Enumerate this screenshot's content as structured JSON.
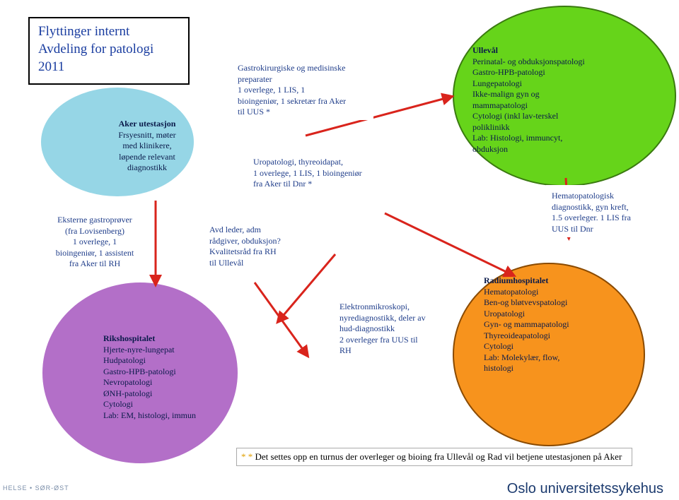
{
  "title": {
    "line1": "Flyttinger internt",
    "line2": "Avdeling for patologi",
    "line3": "2011"
  },
  "aker_utestasjon": {
    "heading": "Aker utestasjon",
    "lines": [
      "Frsyesnitt, møter",
      "med klinikere,",
      "løpende relevant",
      "diagnostikk"
    ]
  },
  "eksterne": {
    "lines": [
      "Eksterne gastroprøver",
      "(fra Lovisenberg)",
      "1 overlege, 1",
      "bioingeniør, 1 assistent",
      "fra Aker til RH"
    ]
  },
  "gastro": {
    "lines": [
      "Gastrokirurgiske og medisinske",
      "preparater",
      "1 overlege, 1 LIS, 1",
      "bioingeniør, 1 sekretær fra Aker",
      "til UUS *"
    ]
  },
  "uro": {
    "lines": [
      "Uropatologi, thyreoidapat,",
      "1 overlege, 1 LIS, 1 bioingeniør",
      "fra Aker til Dnr *"
    ]
  },
  "avd": {
    "lines": [
      "Avd leder, adm",
      "rådgiver, obduksjon?",
      "Kvalitetsråd fra RH",
      "til Ullevål"
    ]
  },
  "ulleval": {
    "heading": "Ullevål",
    "lines": [
      "Perinatal- og obduksjonspatologi",
      "Gastro-HPB-patologi",
      "Lungepatologi",
      "Ikke-malign gyn og",
      "mammapatologi",
      "Cytologi (inkl lav-terskel",
      "poliklinikk",
      "Lab: Histologi, immuncyt,",
      "obduksjon"
    ]
  },
  "hemato": {
    "lines": [
      "Hematopatologisk",
      "diagnostikk, gyn kreft,",
      "1.5 overleger. 1 LIS fra",
      "UUS til Dnr"
    ]
  },
  "rikshospitalet": {
    "heading": "Rikshospitalet",
    "lines": [
      "Hjerte-nyre-lungepat",
      "Hudpatologi",
      "Gastro-HPB-patologi",
      "Nevropatologi",
      "ØNH-patologi",
      "Cytologi",
      "Lab: EM, histologi, immun"
    ]
  },
  "elektro": {
    "lines": [
      "Elektronmikroskopi,",
      "nyrediagnostikk, deler av",
      "hud-diagnostikk",
      "2 overleger fra UUS  til",
      "RH"
    ]
  },
  "radium": {
    "heading": "Radiumhospitalet",
    "lines": [
      "Hematopatologi",
      "Ben-og bløtvevspatologi",
      "Uropatologi",
      "Gyn- og mammapatologi",
      "Thyreoideapatologi",
      "Cytologi",
      "Lab: Molekylær, flow,",
      "histologi"
    ]
  },
  "footnote": {
    "stars": "* *",
    "text": " Det settes opp en turnus der overleger og bioing  fra Ullevål og Rad vil betjene utestasjonen på Aker"
  },
  "footer": {
    "logo_text": "HELSE  • SØR-ØST",
    "org_name": "Oslo universitetssykehus"
  },
  "colors": {
    "arrow_red": "#d9241c",
    "aker_fill": "#96d6e6",
    "ulleval_fill": "#66d41a",
    "riks_fill": "#b36fc8",
    "radium_fill": "#f7931d"
  }
}
